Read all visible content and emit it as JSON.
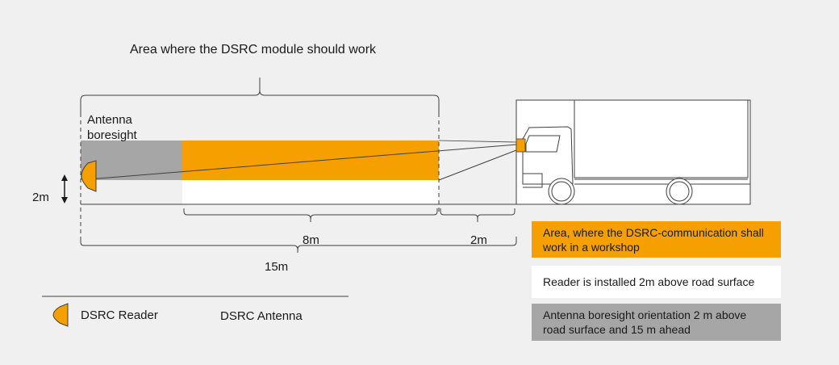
{
  "title": "Area where the DSRC module should work",
  "antenna_label": "Antenna\nboresight",
  "height_label": "2m",
  "dim_8m": "8m",
  "dim_2m": "2m",
  "dim_15m": "15m",
  "legend": {
    "reader": "DSRC Reader",
    "antenna": "DSRC Antenna",
    "boxes": [
      {
        "text": "Area, where the DSRC-communication shall work in a workshop",
        "color": "#f5a000"
      },
      {
        "text": "Reader is installed 2m above road surface",
        "color": "#ffffff"
      },
      {
        "text": "Antenna boresight orientation 2 m above road surface and 15 m ahead",
        "color": "#a6a6a6"
      }
    ]
  },
  "colors": {
    "orange": "#f5a000",
    "gray": "#a6a6a6",
    "white": "#ffffff",
    "line": "#404040"
  }
}
